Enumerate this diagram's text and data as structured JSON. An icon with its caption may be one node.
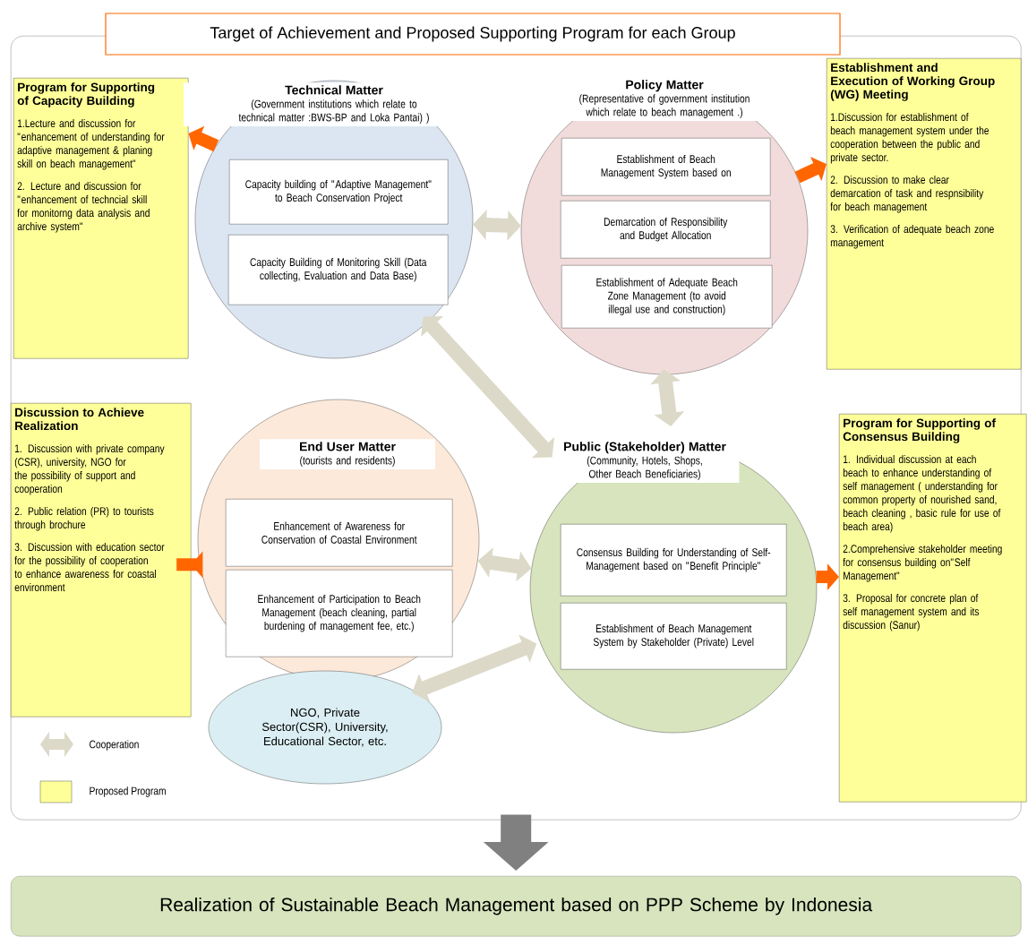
{
  "diagram": {
    "nodes": [
      {
        "text": [
          "Target of Achievement and Proposed Supporting Program for each Group"
        ]
      },
      {
        "text": [
          "Program for Supporting of Capacity Building",
          "1.Lecture and discussion for \"enhancement of understanding for adaptive management & planing skill on beach management\"",
          "2. Lecture and discussion for \"enhancement of techncial skill for monitorng data analysis and archive system\""
        ],
        "in": 0
      },
      {
        "text": [
          "Technical Matter",
          "(Government institutions which relate to technical matter :BWS-BP and Loka Pantai) )"
        ],
        "in": 0
      },
      {
        "text": [
          "Capacity building of \"Adaptive Management\" to Beach Conservation Project"
        ],
        "in": 2
      },
      {
        "text": [
          "Capacity Building of Monitoring Skill (Data collecting, Evaluation and Data Base)"
        ],
        "in": 2
      },
      {
        "text": [
          "Policy Matter",
          "(Representative of government institution which relate to beach management .)"
        ],
        "in": 0
      },
      {
        "text": [
          "Establishment of Beach Management System based on"
        ],
        "in": 5
      },
      {
        "text": [
          "Demarcation of Responsibility and Budget Allocation"
        ],
        "in": 5
      },
      {
        "text": [
          "Establishment of Adequate Beach Zone Management (to avoid illegal use and construction)"
        ],
        "in": 5
      },
      {
        "text": [
          "Establishment and Execution of Working Group (WG) Meeting",
          "1.Discussion for establishment of beach management system under the cooperation between the public and private sector.",
          "2. Discussion to make clear demarcation of task and respnsibility for beach management",
          "3. Verification of adequate beach zone management"
        ],
        "in": 0
      },
      {
        "text": [
          "Discussion to Achieve Realization",
          "1. Discussion with private company (CSR), university, NGO for the possibility of support and cooperation",
          "2. Public relation (PR) to tourists through brochure",
          "3. Discussion with education sector for the possibility of cooperation to enhance awareness for coastal environment"
        ],
        "in": 0
      },
      {
        "text": [
          "End User Matter",
          "(tourists and residents)"
        ],
        "in": 0
      },
      {
        "text": [
          "Enhancement of Awareness for Conservation of Coastal Environment"
        ],
        "in": 11
      },
      {
        "text": [
          "Enhancement of Participation to Beach Management (beach cleaning, partial burdening of management fee, etc.)"
        ],
        "in": 11
      },
      {
        "text": [
          "NGO, Private Sector(CSR), University, Educational Sector, etc."
        ],
        "in": 0
      },
      {
        "text": [
          "Public (Stakeholder) Matter",
          "(Community, Hotels, Shops, Other Beach Beneficiaries)"
        ],
        "in": 0
      },
      {
        "text": [
          "Consensus Building for Understanding of Self- Management based on \"Benefit Principle\""
        ],
        "in": 15
      },
      {
        "text": [
          "Establishment of Beach Management System by Stakeholder (Private) Level"
        ],
        "in": 15
      },
      {
        "text": [
          "Program for Supporting of Consensus Building",
          "1. Individual discussion at each beach to enhance understanding of self management ( understanding for common property of nourished sand, beach cleaning , basic rule for use of beach area)",
          "2.Comprehensive stakeholder meeting for consensus building on\"Self Management\"",
          "3. Proposal for concrete plan of self management system and its discussion (Sanur)"
        ],
        "in": 0
      },
      {
        "text": [
          "Realization of Sustainable Beach Management based on PPP Scheme by Indonesia"
        ]
      }
    ],
    "edges": [
      {
        "from": 2,
        "to": 1,
        "arrow": "to",
        "color": "#ff6600"
      },
      {
        "from": 2,
        "to": 5,
        "arrow": "both"
      },
      {
        "from": 5,
        "to": 9,
        "arrow": "to",
        "color": "#ff6600"
      },
      {
        "from": 2,
        "to": 15,
        "arrow": "both"
      },
      {
        "from": 5,
        "to": 15,
        "arrow": "both"
      },
      {
        "from": 11,
        "to": 10,
        "arrow": "to",
        "color": "#ff6600"
      },
      {
        "from": 11,
        "to": 15,
        "arrow": "both"
      },
      {
        "from": 15,
        "to": 18,
        "arrow": "to",
        "color": "#ff6600"
      },
      {
        "from": 14,
        "to": 15,
        "arrow": "both"
      },
      {
        "from": 0,
        "to": 19,
        "arrow": "to",
        "style": "thick",
        "color": "#808080"
      }
    ],
    "legend": [
      {
        "text": "Cooperation"
      },
      {
        "text": "Proposed Program",
        "color": "#ffff99"
      }
    ]
  }
}
